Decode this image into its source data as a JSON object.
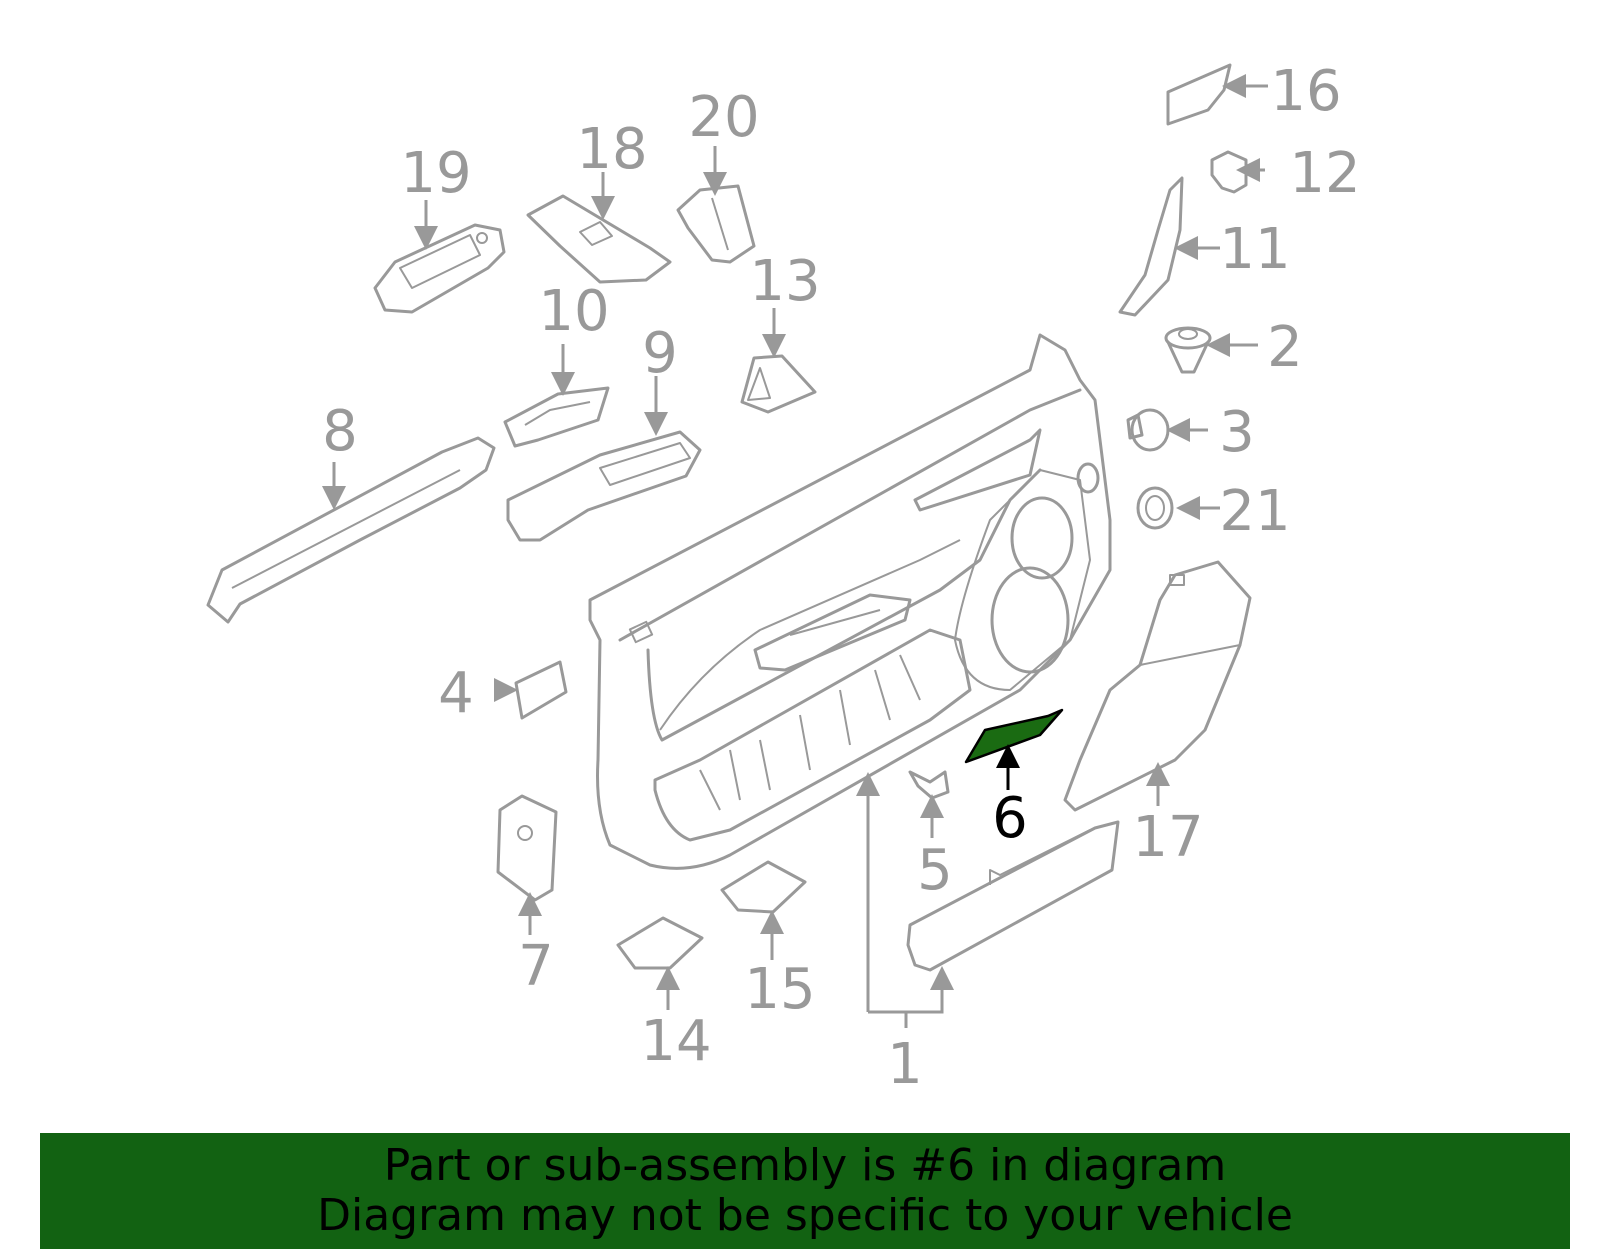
{
  "highlight": {
    "part": "6",
    "fill_color": "#1a6b12",
    "text_color": "#000000"
  },
  "colors": {
    "line": "#999999",
    "banner": "#126212"
  },
  "callouts": [
    "1",
    "2",
    "3",
    "4",
    "5",
    "6",
    "7",
    "8",
    "9",
    "10",
    "11",
    "12",
    "13",
    "14",
    "15",
    "16",
    "17",
    "18",
    "19",
    "20",
    "21"
  ],
  "banner": {
    "line1": "Part or sub-assembly is #6 in diagram",
    "line2": "Diagram may not be specific to your vehicle"
  }
}
